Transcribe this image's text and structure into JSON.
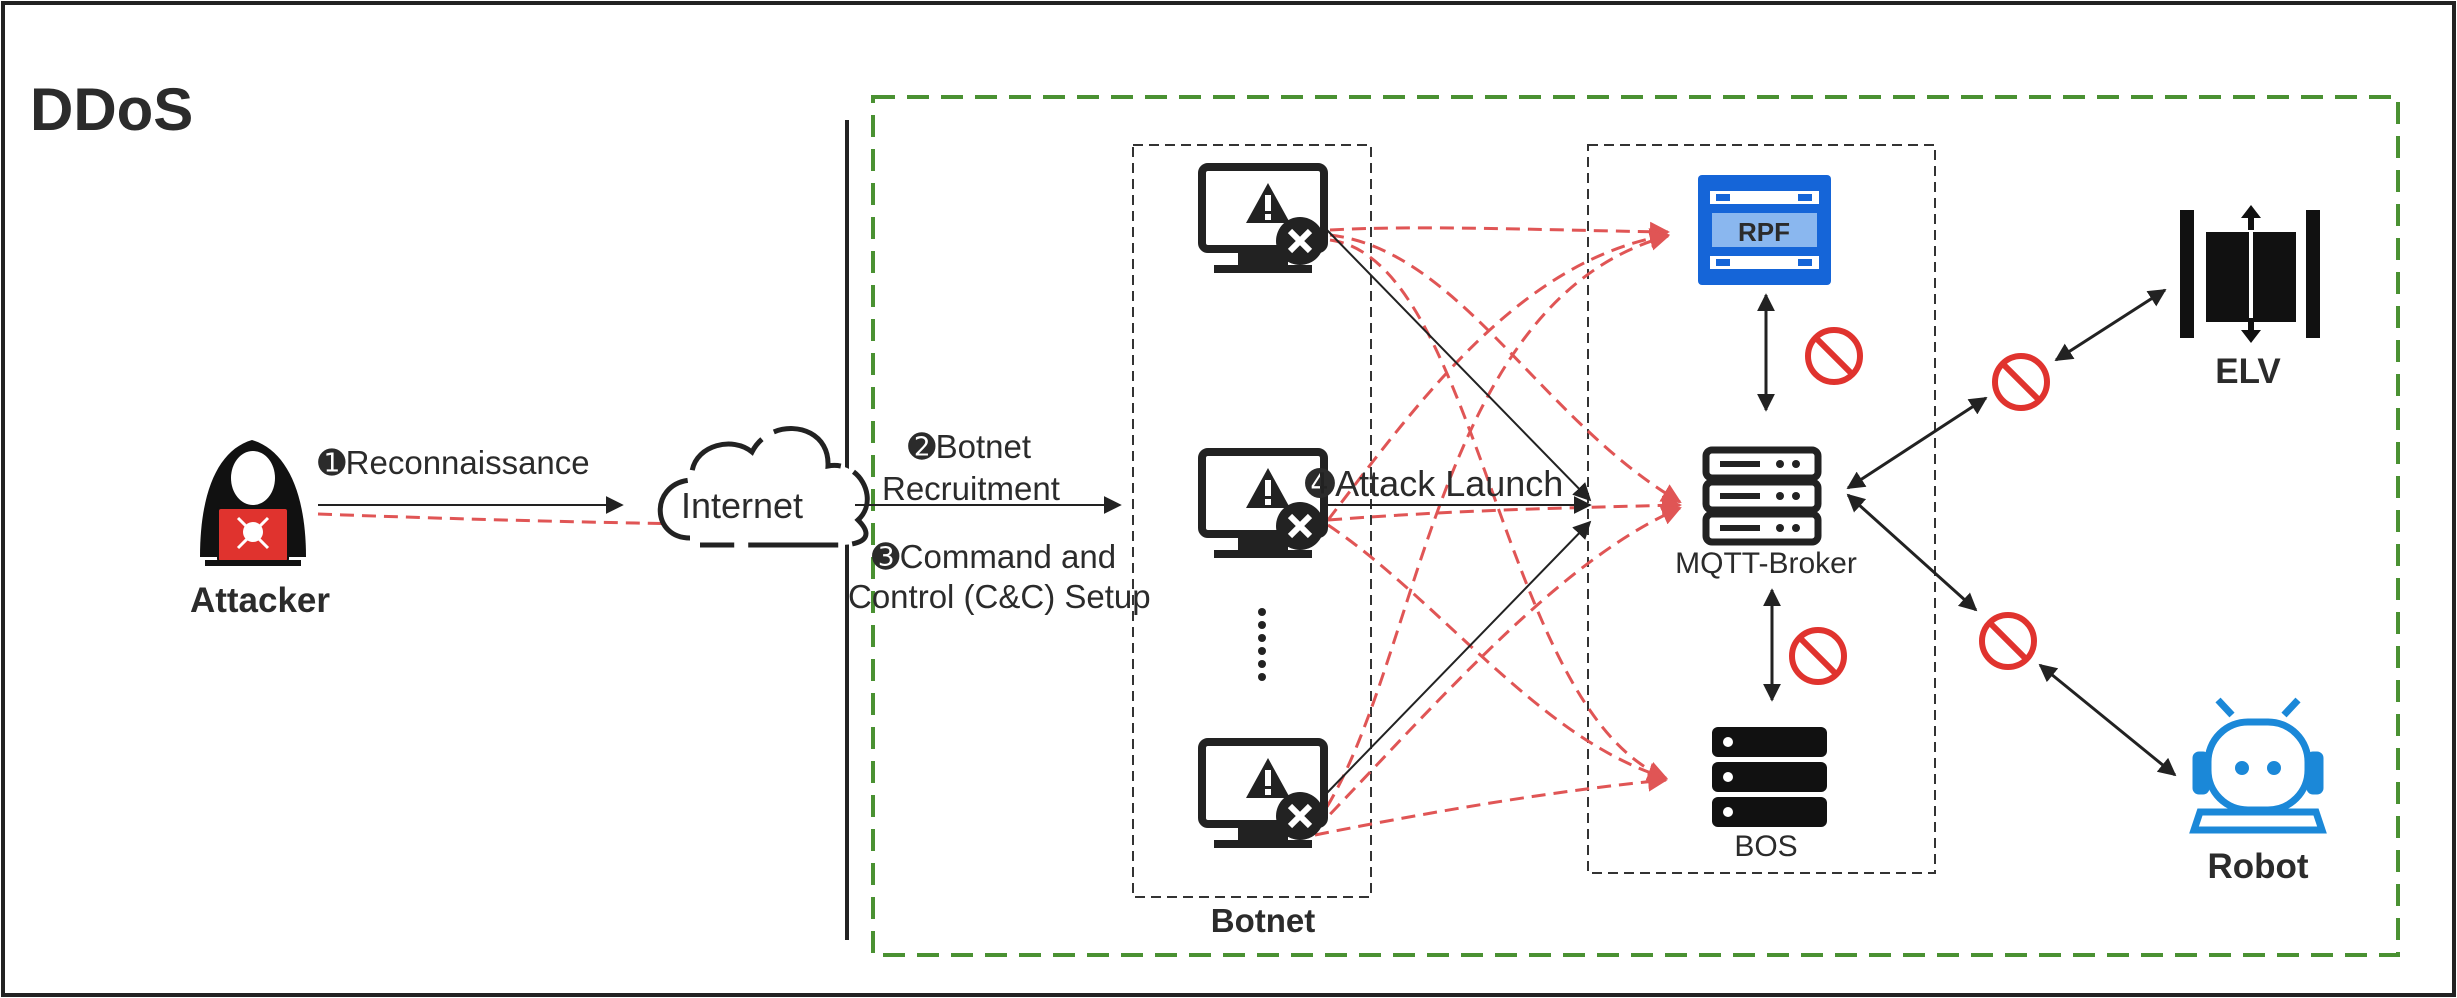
{
  "title": "DDoS",
  "nodes": {
    "attacker": "Attacker",
    "internet": "Internet",
    "botnet": "Botnet",
    "rpf": "RPF",
    "mqtt": "MQTT-Broker",
    "bos": "BOS",
    "elv": "ELV",
    "robot": "Robot"
  },
  "steps": {
    "reconnaissance": "➊Reconnaissance",
    "recruitment_line1": "➋Botnet",
    "recruitment_line2": "Recruitment",
    "cc_line1": "➌Command and",
    "cc_line2": "Control (C&C) Setup",
    "attack_launch": "➍Attack Launch"
  },
  "colors": {
    "attack": "#e05555",
    "zone_border": "#4a9132",
    "rpf_blue": "#1565d8",
    "robot_blue": "#1b88d8",
    "block_red": "#e0332e",
    "dark": "#222222"
  },
  "icons": [
    "hacker-icon",
    "cloud-icon",
    "infected-computer-icon",
    "server-rack-icon",
    "elevator-icon",
    "robot-icon",
    "prohibited-icon"
  ]
}
